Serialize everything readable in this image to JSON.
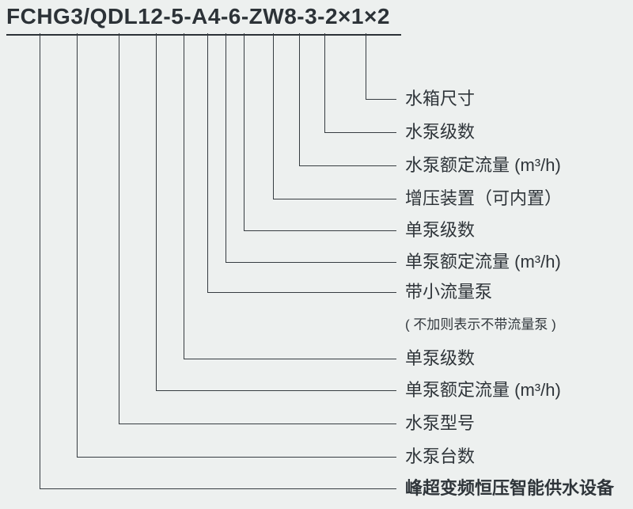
{
  "page": {
    "background_color": "#edf0ef",
    "line_color": "#363c41",
    "text_color": "#2f353a"
  },
  "model_code": {
    "text": "FCHG3/QDL12-5-A4-6-ZW8-3-2×1×2"
  },
  "labels": [
    {
      "text": "水箱尺寸"
    },
    {
      "text": "水泵级数"
    },
    {
      "text": "水泵额定流量 (m³/h)"
    },
    {
      "text": "增压装置（可内置）"
    },
    {
      "text": "单泵级数"
    },
    {
      "text": "单泵额定流量 (m³/h)"
    },
    {
      "text": "带小流量泵"
    },
    {
      "text": "( 不加则表示不带流量泵 )"
    },
    {
      "text": "单泵级数"
    },
    {
      "text": "单泵额定流量 (m³/h)"
    },
    {
      "text": "水泵型号"
    },
    {
      "text": "水泵台数"
    },
    {
      "text": "峰超变频恒压智能供水设备"
    }
  ]
}
